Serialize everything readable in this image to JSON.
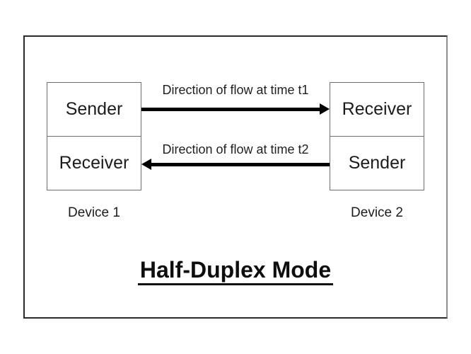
{
  "diagram": {
    "title": "Half-Duplex Mode",
    "device1": {
      "label": "Device 1",
      "boxes": [
        "Sender",
        "Receiver"
      ]
    },
    "device2": {
      "label": "Device 2",
      "boxes": [
        "Receiver",
        "Sender"
      ]
    },
    "arrows": [
      {
        "label": "Direction of flow at time t1",
        "direction": "right",
        "from": "Device 1 Sender",
        "to": "Device 2 Receiver"
      },
      {
        "label": "Direction of flow at time t2",
        "direction": "left",
        "from": "Device 2 Sender",
        "to": "Device 1 Receiver"
      }
    ],
    "colors": {
      "background": "#ffffff",
      "outer_border": "#2b2b2b",
      "box_border": "#6e6e6e",
      "arrow": "#000000",
      "text": "#1c1c1c"
    }
  }
}
